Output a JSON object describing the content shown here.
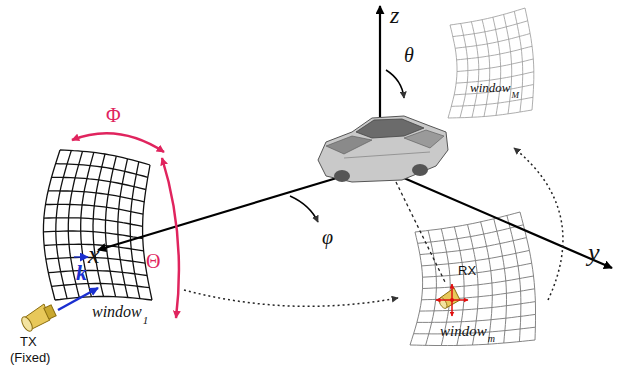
{
  "diagram": {
    "labels": [
      "z",
      "θ",
      "x",
      "φ",
      "y",
      "Φ",
      "Θ",
      "k",
      "TX",
      "(Fixed)",
      "window",
      "1",
      "window",
      "M",
      "window",
      "m",
      "RX"
    ]
  }
}
